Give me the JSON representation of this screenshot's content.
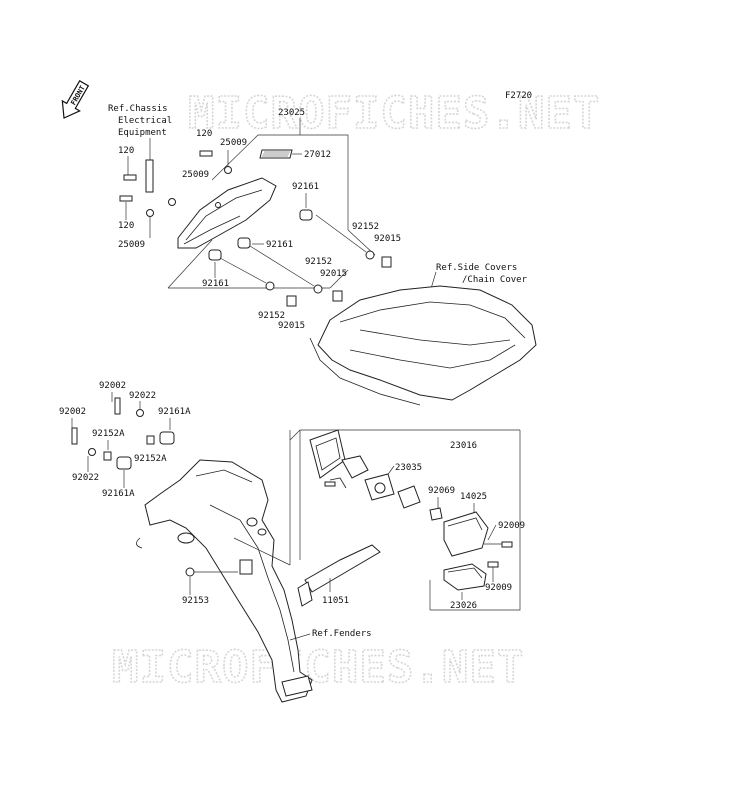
{
  "watermark": "MICROFICHES.NET",
  "figure_code": "F2720",
  "front_arrow": "FRONT",
  "references": {
    "chassis_line1": "Ref.Chassis",
    "chassis_line2": "Electrical",
    "chassis_line3": "Equipment",
    "side_covers_line1": "Ref.Side Covers",
    "side_covers_line2": "/Chain Cover",
    "fenders": "Ref.Fenders"
  },
  "parts": {
    "p23025": "23025",
    "p27012": "27012",
    "p120_a": "120",
    "p120_b": "120",
    "p120_c": "120",
    "p25009_a": "25009",
    "p25009_b": "25009",
    "p25009_c": "25009",
    "p92161_a": "92161",
    "p92161_b": "92161",
    "p92161_c": "92161",
    "p92152_a": "92152",
    "p92152_b": "92152",
    "p92152_c": "92152",
    "p92015_a": "92015",
    "p92015_b": "92015",
    "p92015_c": "92015",
    "p92002_a": "92002",
    "p92002_b": "92002",
    "p92022_a": "92022",
    "p92022_b": "92022",
    "p92161A_a": "92161A",
    "p92161A_b": "92161A",
    "p92152A_a": "92152A",
    "p92152A_b": "92152A",
    "p23016": "23016",
    "p23035": "23035",
    "p92069": "92069",
    "p14025": "14025",
    "p92009_a": "92009",
    "p92009_b": "92009",
    "p23026": "23026",
    "p92153": "92153",
    "p11051": "11051"
  }
}
